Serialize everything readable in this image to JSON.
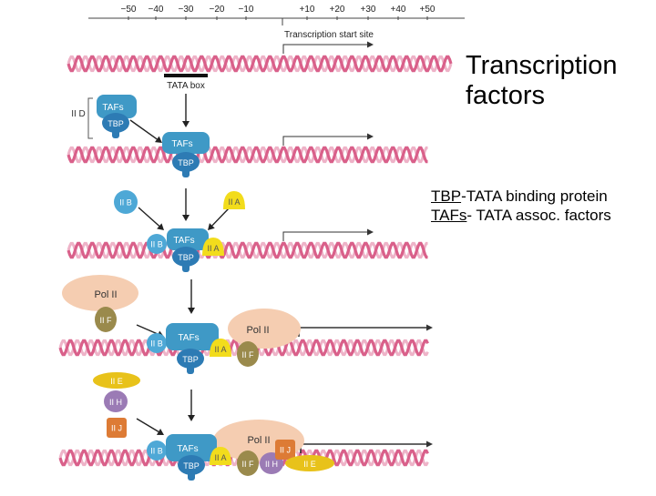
{
  "title": {
    "line1": "Transcription",
    "line2": "factors"
  },
  "legend": [
    {
      "abbr": "TBP",
      "text": "-TATA binding protein"
    },
    {
      "abbr": "TAFs",
      "text": "- TATA assoc. factors"
    }
  ],
  "ruler": {
    "ticks": [
      "−50",
      "−40",
      "−30",
      "−20",
      "−10",
      "+10",
      "+20",
      "+30",
      "+40",
      "+50"
    ],
    "start_site_label": "Transcription start site",
    "tata_box_label": "TATA box"
  },
  "labels": {
    "tfiid": "II D",
    "tafs": "TAFs",
    "tbp": "TBP",
    "tfiib": "II B",
    "tfiia": "II A",
    "pol2": "Pol II",
    "tfiif": "II F",
    "tfiie": "II E",
    "tfiih": "II H",
    "tfiij": "II J"
  },
  "colors": {
    "dna": "#d9608a",
    "dna_light": "#eeb3c8",
    "tafs": "#3f99c6",
    "tbp": "#2d7bb4",
    "tfiib": "#4ea8d6",
    "tfiia": "#f2dc1c",
    "pol2": "#f5cdb1",
    "tfiif": "#9a8a4c",
    "tfiie": "#e8c21a",
    "tfiih": "#9b7bb5",
    "tfiij": "#dd7b35"
  }
}
